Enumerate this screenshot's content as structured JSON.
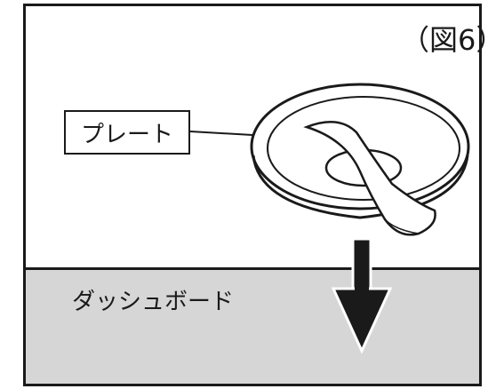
{
  "figure": {
    "label": "（図6）"
  },
  "labels": {
    "plate": "プレート",
    "dashboard": "ダッシュボード"
  },
  "colors": {
    "line": "#1a1a1a",
    "dashboard_fill": "#d6d6d6",
    "background": "#ffffff"
  },
  "icons": {
    "arrow": "down-arrow-icon"
  }
}
